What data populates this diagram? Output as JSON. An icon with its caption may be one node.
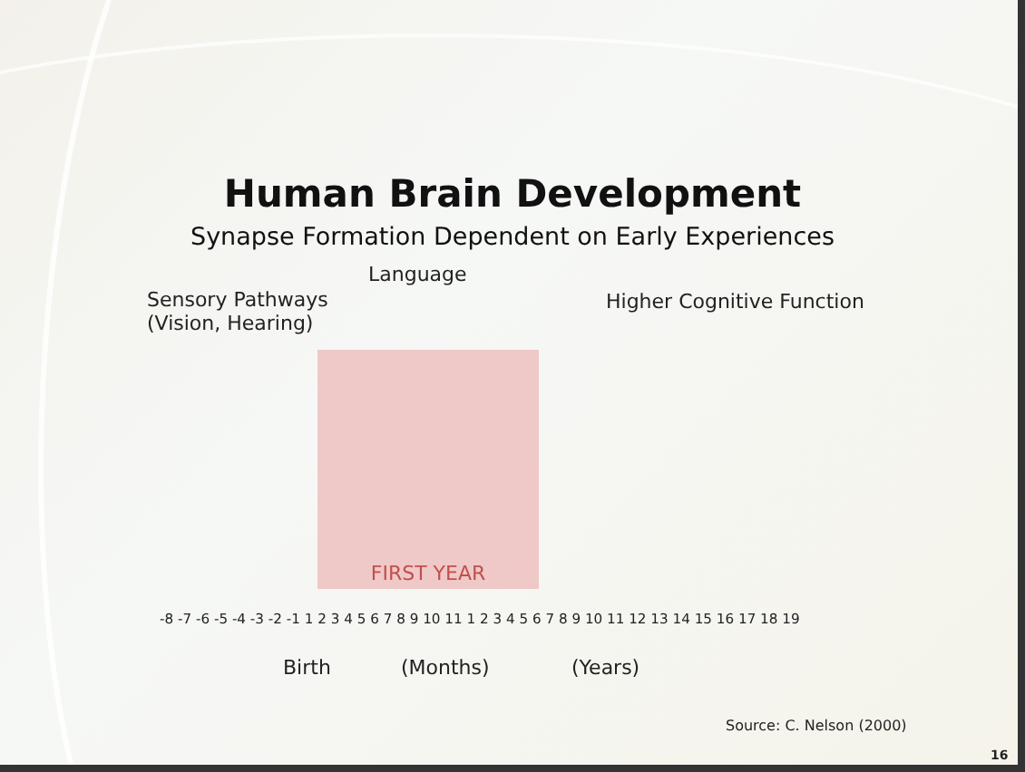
{
  "diagram": {
    "title": "Human Brain Development",
    "caption": "Synapse Formation Dependent on Early Experiences",
    "nodes": [
      {
        "text": [
          "FIRST YEAR"
        ]
      }
    ],
    "labels": [
      "Language",
      "Sensory Pathways (Vision, Hearing)",
      "Higher Cognitive Function",
      "-8 -7 -6 -5 -4 -3 -2 -1 1 2 3 4 5 6 7 8 9 10 11 1 2 3 4 5 6 7 8 9 10 11 12 13 14 15 16 17 18 19",
      "Birth",
      "(Months)",
      "(Years)",
      "Source: C. Nelson (2000)",
      "16"
    ]
  }
}
